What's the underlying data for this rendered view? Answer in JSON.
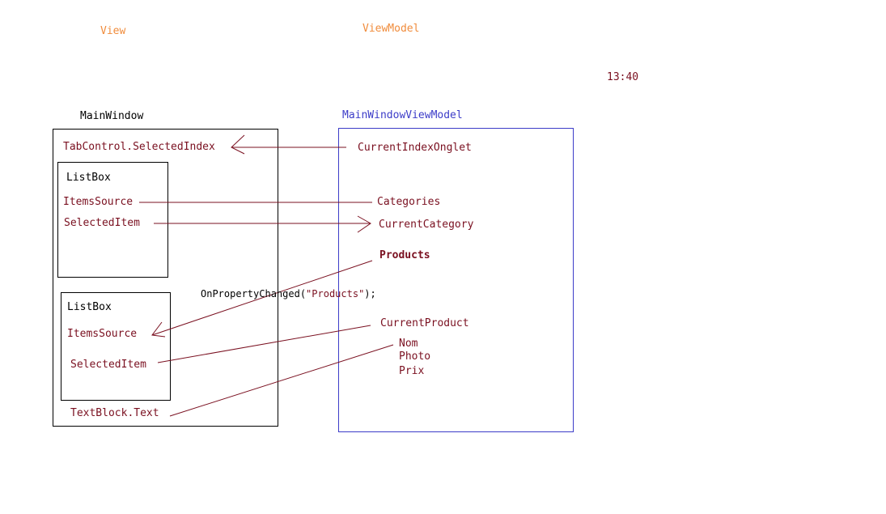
{
  "headers": {
    "view": "View",
    "viewmodel": "ViewModel",
    "time": "13:40"
  },
  "view": {
    "window_title": "MainWindow",
    "tab_selected_index": "TabControl.SelectedIndex",
    "listbox1": {
      "title": "ListBox",
      "items_source": "ItemsSource",
      "selected_item": "SelectedItem"
    },
    "listbox2": {
      "title": "ListBox",
      "items_source": "ItemsSource",
      "selected_item": "SelectedItem"
    },
    "textblock": "TextBlock.Text"
  },
  "viewmodel": {
    "title": "MainWindowViewModel",
    "current_index": "CurrentIndexOnglet",
    "categories": "Categories",
    "current_category": "CurrentCategory",
    "products": "Products",
    "current_product": "CurrentProduct",
    "fields": [
      "Nom",
      "Photo",
      "Prix"
    ]
  },
  "annotation": {
    "prefix": "OnPropertyChanged(",
    "arg": "\"Products\"",
    "suffix": ");"
  },
  "colors": {
    "link": "#7a1020",
    "header": "#f08c3c",
    "viewmodel_border": "#3c3cc8"
  }
}
